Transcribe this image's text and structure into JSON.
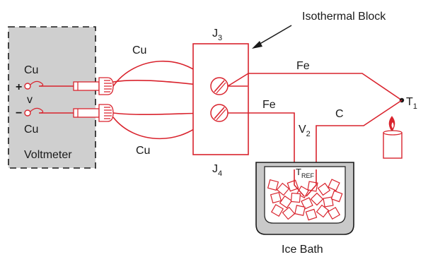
{
  "labels": {
    "isothermal_block": "Isothermal Block",
    "j3_main": "J",
    "j3_sub": "3",
    "j4_main": "J",
    "j4_sub": "4",
    "cu_top": "Cu",
    "cu_bottom": "Cu",
    "cu_terminal_top": "Cu",
    "cu_terminal_bottom": "Cu",
    "plus": "+",
    "minus": "−",
    "v": "v",
    "voltmeter": "Voltmeter",
    "fe_top": "Fe",
    "fe_mid": "Fe",
    "c": "C",
    "v2_main": "V",
    "v2_sub": "2",
    "t1_main": "T",
    "t1_sub": "1",
    "tref_main": "T",
    "tref_sub": "REF",
    "ice_bath": "Ice Bath"
  },
  "colors": {
    "wire": "#d9232d",
    "voltmeter_fill": "#cfcfcf",
    "bath_fill": "#c9c9c9",
    "candle": "#d9232d",
    "text": "#1a1a1a"
  },
  "icons": {
    "voltmeter_box": "dashed-rectangle",
    "connector": "banana-plug-icon",
    "screw_terminal": "screw-terminal-icon",
    "candle": "candle-icon",
    "ice": "ice-cube-icon"
  }
}
